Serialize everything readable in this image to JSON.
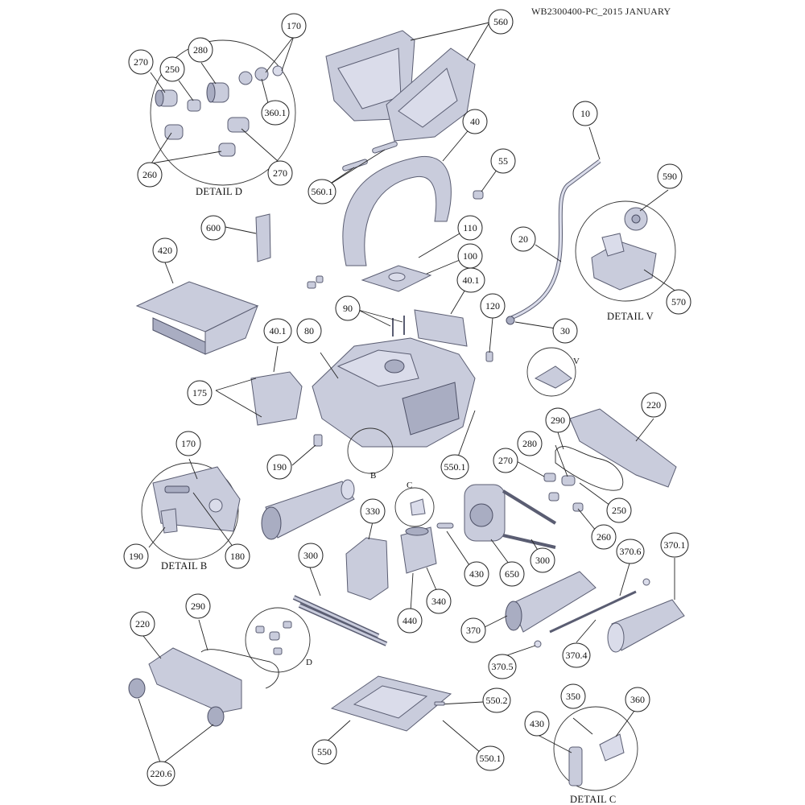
{
  "header": {
    "doc_code": "WB2300400-PC_2015 JANUARY"
  },
  "callouts": {
    "c10": "10",
    "c20": "20",
    "c30": "30",
    "c40": "40",
    "c40_1a": "40.1",
    "c40_1b": "40.1",
    "c55": "55",
    "c80": "80",
    "c90": "90",
    "c100": "100",
    "c110": "110",
    "c120": "120",
    "c170a": "170",
    "c170b": "170",
    "c175": "175",
    "c180": "180",
    "c190a": "190",
    "c190b": "190",
    "c220a": "220",
    "c220b": "220",
    "c220_6": "220.6",
    "c250a": "250",
    "c250b": "250",
    "c260a": "260",
    "c260b": "260",
    "c270a": "270",
    "c270b": "270",
    "c270c": "270",
    "c280a": "280",
    "c280b": "280",
    "c290a": "290",
    "c290b": "290",
    "c300a": "300",
    "c300b": "300",
    "c330": "330",
    "c340": "340",
    "c350": "350",
    "c360": "360",
    "c360_1": "360.1",
    "c370": "370",
    "c370_1": "370.1",
    "c370_4": "370.4",
    "c370_5": "370.5",
    "c370_6": "370.6",
    "c420": "420",
    "c430a": "430",
    "c430b": "430",
    "c440": "440",
    "c550": "550",
    "c550_1a": "550.1",
    "c550_1b": "550.1",
    "c550_2": "550.2",
    "c560": "560",
    "c560_1": "560.1",
    "c570": "570",
    "c590": "590",
    "c600": "600",
    "c650": "650"
  },
  "details": {
    "detail_d": "DETAIL D",
    "detail_v": "DETAIL V",
    "detail_b": "DETAIL B",
    "detail_c": "DETAIL C"
  },
  "view_letters": {
    "b": "B",
    "c": "C",
    "d": "D",
    "v": "V"
  }
}
